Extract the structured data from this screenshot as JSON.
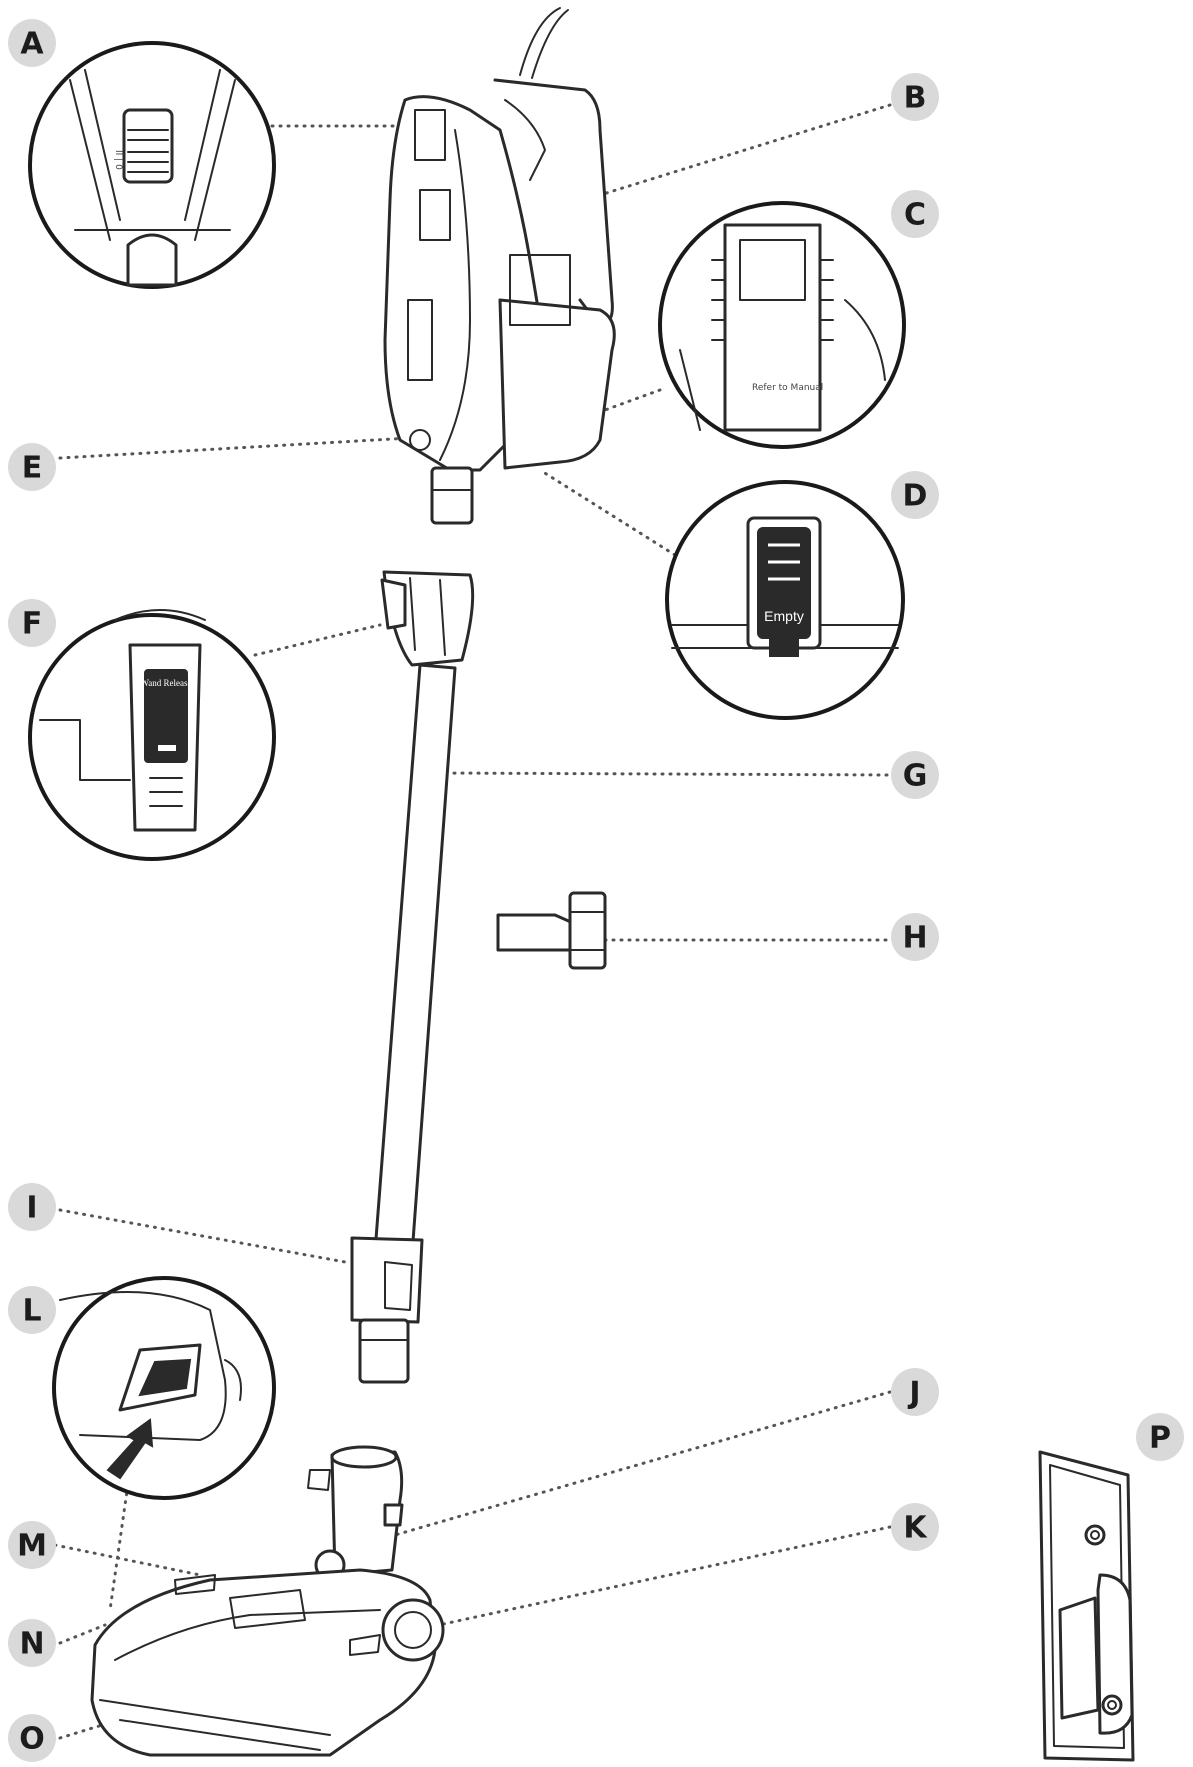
{
  "callouts": {
    "A": "A",
    "B": "B",
    "C": "C",
    "D": "D",
    "E": "E",
    "F": "F",
    "G": "G",
    "H": "H",
    "I": "I",
    "J": "J",
    "K": "K",
    "L": "L",
    "M": "M",
    "N": "N",
    "O": "O",
    "P": "P"
  },
  "detail_text": {
    "switch_marks": "II | 0",
    "dust_cup_release": "Empty",
    "wand_release": "Wand Release",
    "filter_note": "Refer to Manual"
  }
}
